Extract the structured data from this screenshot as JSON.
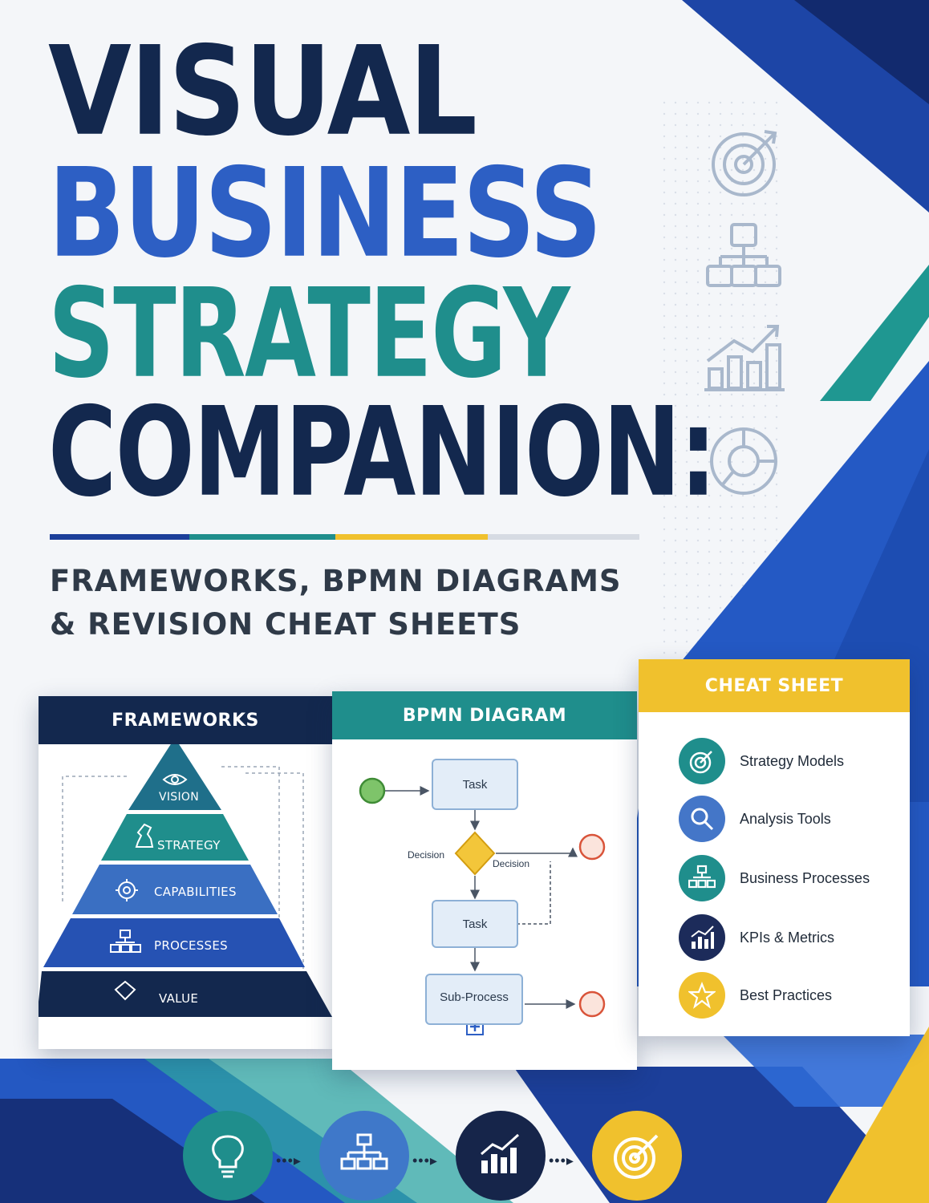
{
  "title": {
    "line1": "VISUAL",
    "line2": "BUSINESS",
    "line3": "STRATEGY",
    "line4": "COMPANION:"
  },
  "subtitle": {
    "line1": "FRAMEWORKS, BPMN DIAGRAMS",
    "line2": "& REVISION CHEAT SHEETS"
  },
  "panels": {
    "frameworks": {
      "header": "FRAMEWORKS",
      "levels": [
        {
          "label": "VISION",
          "icon": "eye-icon"
        },
        {
          "label": "STRATEGY",
          "icon": "chess-knight-icon"
        },
        {
          "label": "CAPABILITIES",
          "icon": "gear-icon"
        },
        {
          "label": "PROCESSES",
          "icon": "hierarchy-icon"
        },
        {
          "label": "VALUE",
          "icon": "diamond-icon"
        }
      ]
    },
    "bpmn": {
      "header": "BPMN DIAGRAM",
      "task1": "Task",
      "task2": "Task",
      "subprocess": "Sub-Process",
      "decision_left": "Decision",
      "decision_right": "Decision"
    },
    "cheatsheet": {
      "header": "CHEAT SHEET",
      "items": [
        {
          "label": "Strategy Models",
          "icon": "target-icon",
          "color": "#1f8e8c"
        },
        {
          "label": "Analysis Tools",
          "icon": "magnifier-icon",
          "color": "#4476c8"
        },
        {
          "label": "Business Processes",
          "icon": "hierarchy-icon",
          "color": "#1f8e8c"
        },
        {
          "label": "KPIs & Metrics",
          "icon": "bar-chart-icon",
          "color": "#1c2b5a"
        },
        {
          "label": "Best Practices",
          "icon": "star-icon",
          "color": "#f0c12d"
        }
      ]
    }
  },
  "bottom_icons": [
    {
      "icon": "lightbulb-icon",
      "color": "#1f8e8c"
    },
    {
      "icon": "hierarchy-icon",
      "color": "#3f78c9"
    },
    {
      "icon": "bar-chart-icon",
      "color": "#16254a"
    },
    {
      "icon": "target-icon",
      "color": "#f0c12d"
    }
  ],
  "colors": {
    "navy": "#13284e",
    "blue": "#2d5fc4",
    "teal": "#1f8e8c",
    "yellow": "#f0c12d"
  }
}
